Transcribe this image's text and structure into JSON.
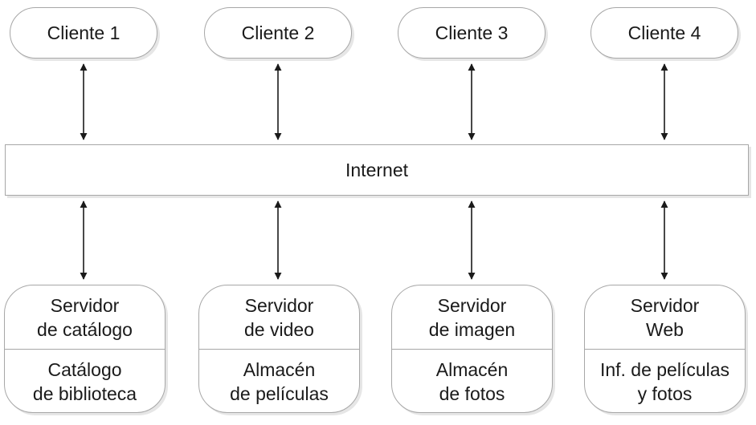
{
  "clients": [
    {
      "label": "Cliente 1"
    },
    {
      "label": "Cliente 2"
    },
    {
      "label": "Cliente 3"
    },
    {
      "label": "Cliente 4"
    }
  ],
  "network": {
    "label": "Internet"
  },
  "servers": [
    {
      "name_lines": [
        "Servidor",
        "de catálogo"
      ],
      "store_lines": [
        "Catálogo",
        "de biblioteca"
      ]
    },
    {
      "name_lines": [
        "Servidor",
        "de video"
      ],
      "store_lines": [
        "Almacén",
        "de películas"
      ]
    },
    {
      "name_lines": [
        "Servidor",
        "de imagen"
      ],
      "store_lines": [
        "Almacén",
        "de fotos"
      ]
    },
    {
      "name_lines": [
        "Servidor",
        "Web"
      ],
      "store_lines": [
        "Inf. de películas",
        "y fotos"
      ]
    }
  ],
  "colors": {
    "border": "#a7a7a7",
    "arrow": "#1a1a1a",
    "shadow": "#e6e6e6"
  }
}
